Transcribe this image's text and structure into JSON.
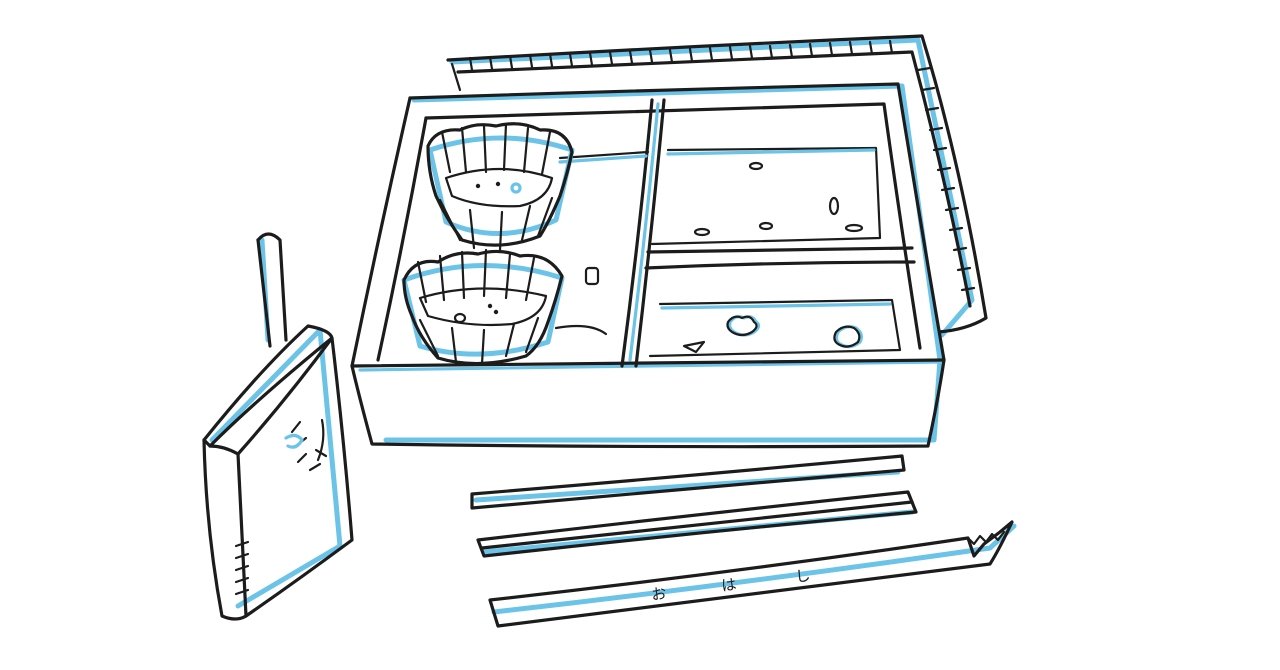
{
  "scene": {
    "subject": "bento-lunch-box-sketch",
    "colors": {
      "ink": "#1c1c1c",
      "accent_blue": "#6cc3e8",
      "background": "#ffffff"
    }
  },
  "chopstick_sleeve": {
    "label_chars": [
      "お",
      "は",
      "し"
    ]
  }
}
